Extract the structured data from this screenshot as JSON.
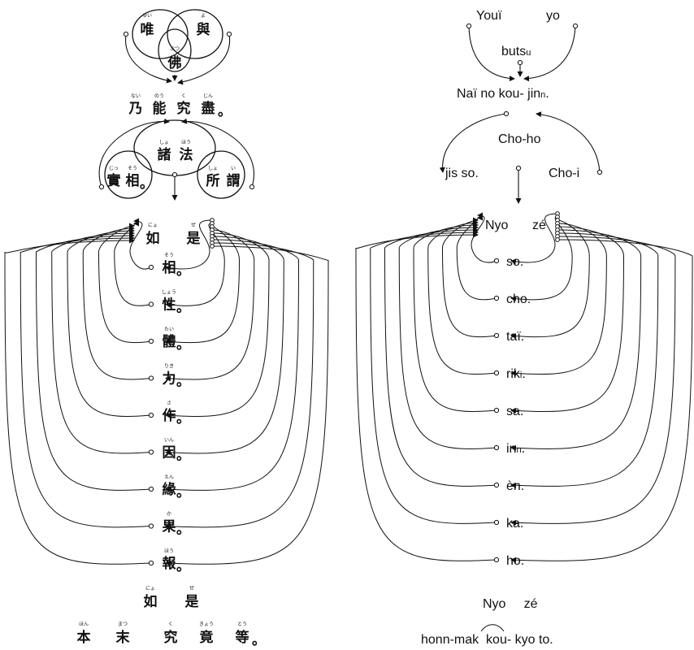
{
  "left": {
    "top": {
      "yui": {
        "kanji": "唯",
        "furi": "ゆい"
      },
      "yo": {
        "kanji": "與",
        "furi": "よ"
      },
      "butsu": {
        "kanji": "佛",
        "furi": "ぶつ"
      }
    },
    "nai_line": [
      {
        "kanji": "乃",
        "furi": "ない"
      },
      {
        "kanji": "能",
        "furi": "のう"
      },
      {
        "kanji": "究",
        "furi": "く"
      },
      {
        "kanji": "盡",
        "furi": "じん"
      }
    ],
    "nai_tail": "。",
    "shoho": [
      {
        "kanji": "諸",
        "furi": "しょ"
      },
      {
        "kanji": "法",
        "furi": "ほう"
      }
    ],
    "jisso": [
      {
        "kanji": "實",
        "furi": "じっ"
      },
      {
        "kanji": "相",
        "furi": "そう"
      }
    ],
    "jisso_tail": "。",
    "shoi": [
      {
        "kanji": "所",
        "furi": "しょ"
      },
      {
        "kanji": "謂",
        "furi": "い"
      }
    ],
    "nyoze": [
      {
        "kanji": "如",
        "furi": "にょ"
      },
      {
        "kanji": "是",
        "furi": "ぜ"
      }
    ],
    "items": [
      {
        "kanji": "相",
        "furi": "そう"
      },
      {
        "kanji": "性",
        "furi": "しょう"
      },
      {
        "kanji": "體",
        "furi": "たい"
      },
      {
        "kanji": "力",
        "furi": "りき"
      },
      {
        "kanji": "作",
        "furi": "さ"
      },
      {
        "kanji": "因",
        "furi": "いん"
      },
      {
        "kanji": "緣",
        "furi": "えん"
      },
      {
        "kanji": "果",
        "furi": "か"
      },
      {
        "kanji": "報",
        "furi": "ほう"
      }
    ],
    "item_tail": "。",
    "nyoze_bottom": [
      {
        "kanji": "如",
        "furi": "にょ"
      },
      {
        "kanji": "是",
        "furi": "ぜ"
      }
    ],
    "bottom": [
      {
        "kanji": "本",
        "furi": "ほん"
      },
      {
        "kanji": "末",
        "furi": "まつ"
      },
      {
        "kanji": "究",
        "furi": "く"
      },
      {
        "kanji": "竟",
        "furi": "きょう"
      },
      {
        "kanji": "等",
        "furi": "とう"
      }
    ],
    "bottom_tail": "。"
  },
  "right": {
    "youi": "Youï",
    "yo": "yo",
    "butsu": "buts",
    "butsu_sub": "u",
    "nai_line": "Naï no kou- jin",
    "nai_line_sub": "n",
    "nai_tail": ".",
    "choho": "Cho-ho",
    "jisso": "jis so.",
    "choi": "Cho-i",
    "nyo": "Nyo",
    "ze": "zé",
    "items": [
      {
        "text": "so",
        "sub": ""
      },
      {
        "text": "cho",
        "sub": ""
      },
      {
        "text": "taï",
        "sub": ""
      },
      {
        "text": "rik",
        "sub": "i"
      },
      {
        "text": "sa",
        "sub": ""
      },
      {
        "text": "in",
        "sub": "n"
      },
      {
        "text": "èn",
        "sub": ""
      },
      {
        "text": "ka",
        "sub": ""
      },
      {
        "text": "ho",
        "sub": ""
      }
    ],
    "item_tail": ".",
    "nyoze_bottom": "Nyo     zé",
    "bottom": "honn-mak  kou- kyo to."
  }
}
